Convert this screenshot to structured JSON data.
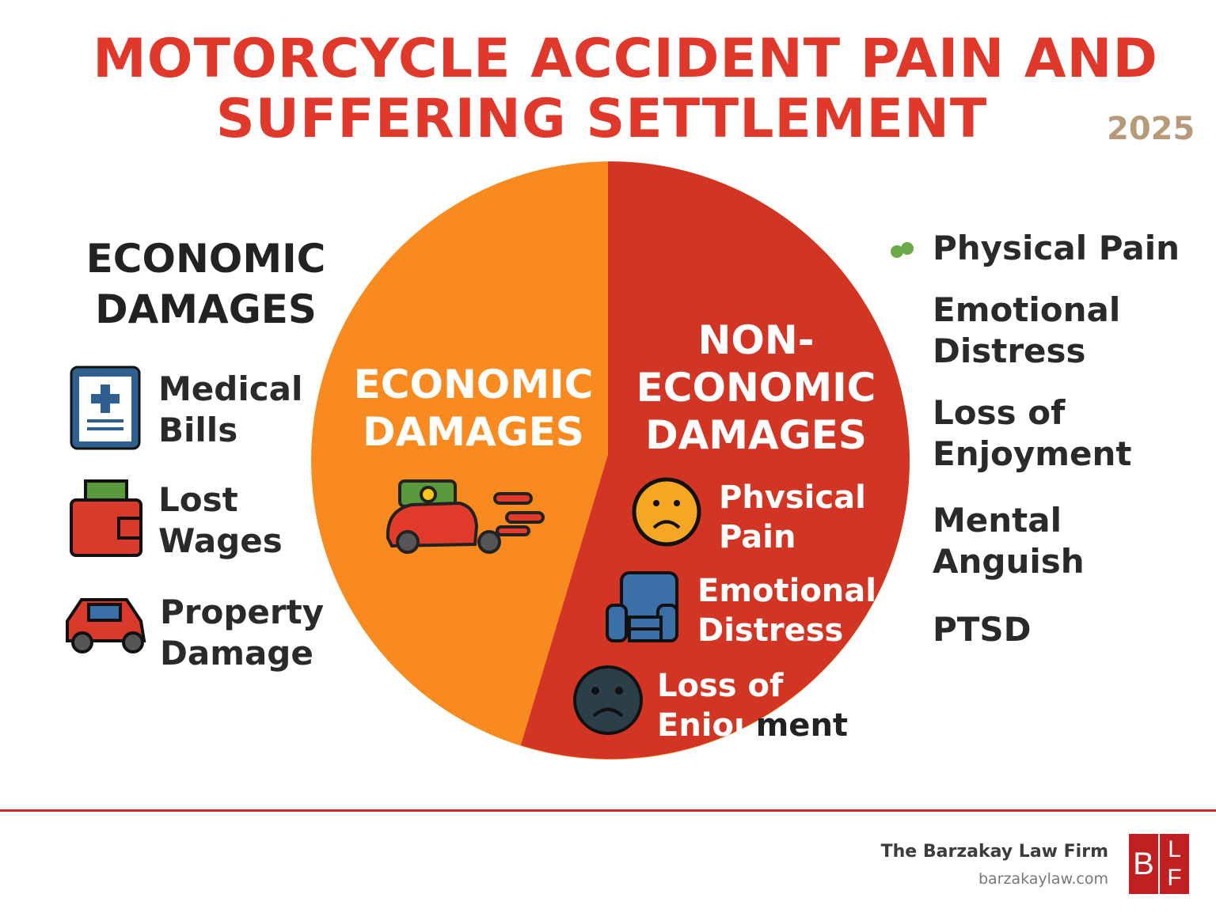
{
  "title": {
    "line1": "MOTORCYCLE ACCIDENT PAIN AND",
    "line2": "SUFFERING SETTLEMENT",
    "year": "2025"
  },
  "left": {
    "heading_line1": "ECONOMIC",
    "heading_line2": "DAMAGES",
    "items": [
      {
        "l1": "Medical",
        "l2": "Bills",
        "icon": "medical-bill-icon"
      },
      {
        "l1": "Lost",
        "l2": "Wages",
        "icon": "wallet-icon"
      },
      {
        "l1": "Property",
        "l2": "Damage",
        "icon": "car-icon"
      }
    ]
  },
  "pie": {
    "economic": {
      "l1": "ECONOMIC",
      "l2": "DAMAGES",
      "color": "#f98a1f",
      "share": 47
    },
    "non_economic": {
      "l1": "NON-",
      "l2": "ECONOMIC",
      "l3": "DAMAGES",
      "color": "#d23524",
      "share": 53
    },
    "items": [
      {
        "l1": "Phvsical",
        "l2": "Pain",
        "icon": "sad-face-icon"
      },
      {
        "l1": "Emotional",
        "l2": "Distress",
        "icon": "armchair-icon"
      },
      {
        "l1": "Loss of",
        "l2a": "Enioı",
        "l2b": " ment",
        "icon": "worried-face-icon"
      }
    ]
  },
  "right": {
    "items": [
      {
        "l1": "Physical Pain"
      },
      {
        "l1": "Emotional",
        "l2": "Distress"
      },
      {
        "l1": "Loss of",
        "l2": "Enjoyment"
      },
      {
        "l1": "Mental",
        "l2": "Anguish"
      },
      {
        "l1": "PTSD"
      }
    ]
  },
  "footer": {
    "firm": "The Barzakay Law Firm",
    "url": "barzakaylaw.com",
    "logo_left": "B",
    "logo_right_top": "L",
    "logo_right_bottom": "F"
  }
}
